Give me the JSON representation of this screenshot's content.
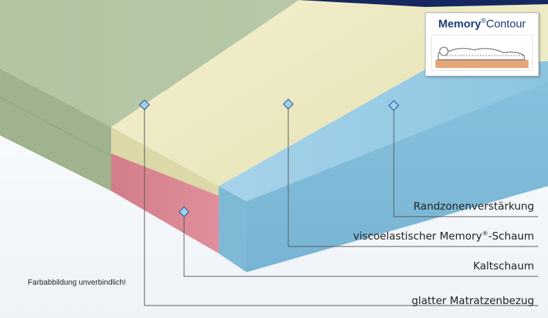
{
  "logo": {
    "brand_bold": "Memory",
    "registered": "®",
    "brand_light": "Contour"
  },
  "layers": {
    "cover": "glatter Matratzenbezug",
    "cold_foam": "Kaltschaum",
    "memory_foam_prefix": "viscoelastischer Memory",
    "memory_foam_reg": "®",
    "memory_foam_suffix": "-Schaum",
    "edge": "Randzonenverstärkung"
  },
  "disclaimer": "Farbabbildung unverbindlich!",
  "colors": {
    "cover_green": "#a9bc9a",
    "memory_yellow": "#eeebc2",
    "cold_pink": "#d88490",
    "edge_blue": "#8cc6e2",
    "navy_background": "#1c2f6a"
  }
}
